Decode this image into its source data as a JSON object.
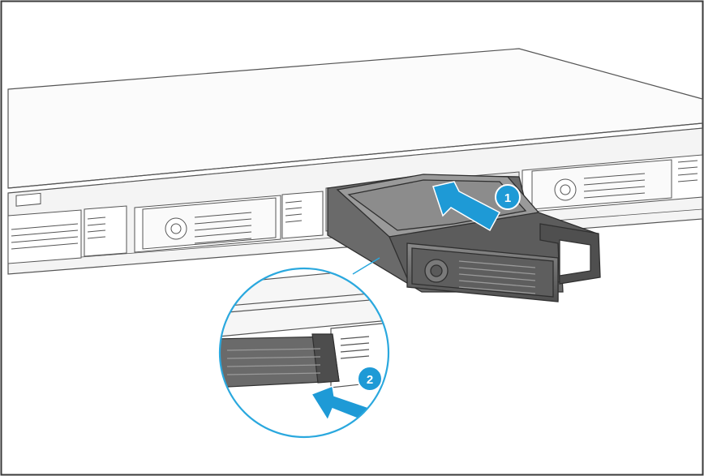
{
  "figure": {
    "steps": [
      {
        "number": "1",
        "action": "slide-tray-in"
      },
      {
        "number": "2",
        "action": "close-tray-handle"
      }
    ],
    "colors": {
      "frame": "#3a3a3a",
      "line": "#555555",
      "chassis_fill": "#f7f7f7",
      "tray_dark": "#5b5b5b",
      "tray_mid": "#777777",
      "accent_blue": "#1e9ad6",
      "magnifier_ring": "#2aa8de"
    },
    "icons": [
      "arrow-right-icon",
      "lock-icon",
      "step-badge-icon"
    ]
  }
}
